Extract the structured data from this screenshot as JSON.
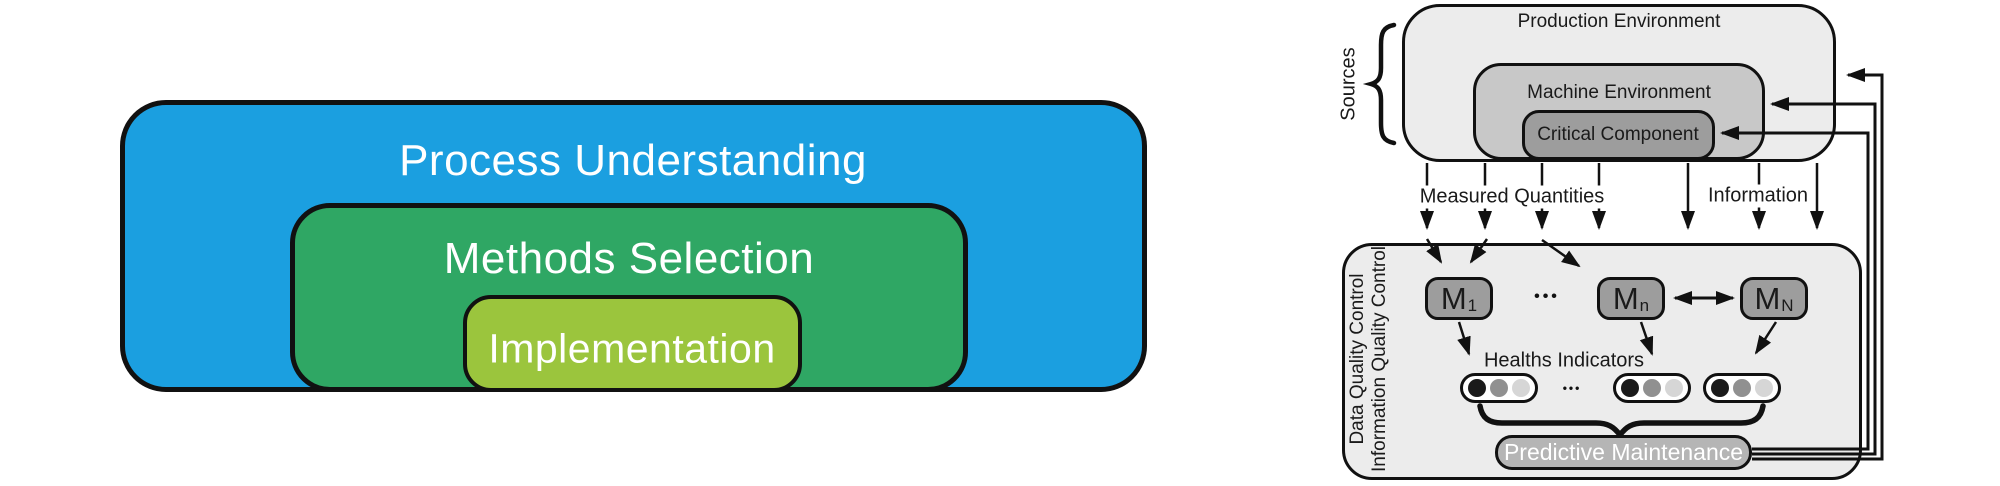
{
  "left_diagram": {
    "layers": [
      {
        "label": "Process Understanding",
        "color": "#1b9fe0"
      },
      {
        "label": "Methods Selection",
        "color": "#2fa764"
      },
      {
        "label": "Implementation",
        "color": "#9bc53d"
      }
    ],
    "text_color": "#ffffff"
  },
  "right_diagram": {
    "sources_label": "Sources",
    "production_environment": "Production Environment",
    "machine_environment": "Machine Environment",
    "critical_component": "Critical Component",
    "measured_quantities_label": "Measured Quantities",
    "information_label": "Information",
    "quality_control_line1": "Data Quality Control",
    "quality_control_line2": "Information Quality Control",
    "modules": [
      {
        "name": "M",
        "sub": "1"
      },
      {
        "name": "M",
        "sub": "n"
      },
      {
        "name": "M",
        "sub": "N"
      }
    ],
    "module_ellipsis": "•••",
    "indicator_ellipsis": "•••",
    "healths_indicators_label": "Healths Indicators",
    "predictive_maintenance_label": "Predictive Maintenance",
    "colors": {
      "outer_box": "#ececec",
      "machine_box": "#c8c8c8",
      "component_box": "#9d9d9d",
      "module_box": "#9d9d9d",
      "pm_box": "#b5b5b5",
      "indicator_dark": "#1a1a1a",
      "indicator_mid": "#909090",
      "indicator_light": "#d6d6d6",
      "line": "#1a1a1a"
    }
  }
}
